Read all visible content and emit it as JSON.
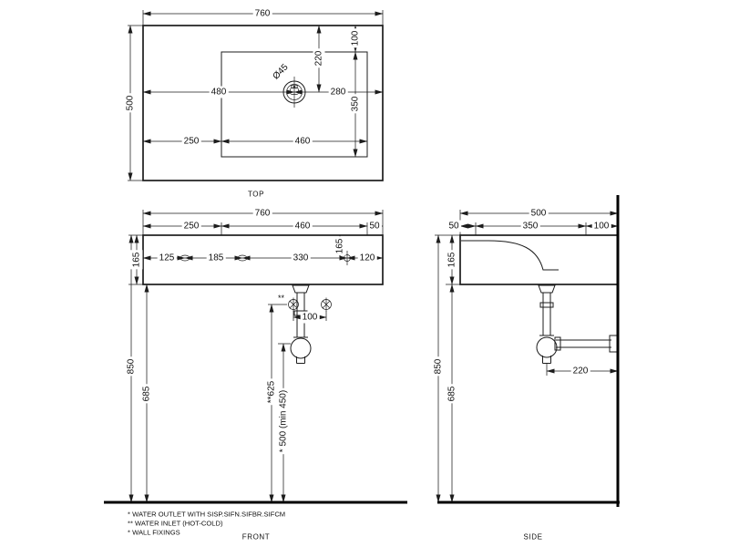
{
  "sheet": {
    "views": {
      "top": {
        "label": "TOP",
        "overall_width": "760",
        "overall_depth": "500",
        "top_edge_to_bowl": "100",
        "top_edge_to_drain": "220",
        "drain_diameter": "Ø45",
        "drain_from_left": "480",
        "drain_from_right": "280",
        "bowl_depth": "350",
        "bowl_from_left": "250",
        "bowl_width": "460"
      },
      "front": {
        "label": "FRONT",
        "overall_width": "760",
        "bowl_from_left": "250",
        "bowl_width": "460",
        "bowl_from_right": "50",
        "height": "165",
        "fixing_from_left": "125",
        "fixing_spacing_1": "185",
        "fixing_spacing_2": "330",
        "fixing_from_right": "120",
        "fixing_height": "165",
        "inlet_spacing": "100",
        "inlet_mark": "**",
        "rim_height": "850",
        "underside_height": "685",
        "inlet_height": "**625",
        "outlet_height": "* 500 (min 450)"
      },
      "side": {
        "label": "SIDE",
        "overall_depth": "500",
        "front_edge_to_bowl": "50",
        "bowl_depth": "350",
        "bowl_to_wall": "100",
        "height": "165",
        "rim_height": "850",
        "underside_height": "685",
        "trap_to_wall": "220"
      }
    },
    "notes": [
      "*  WATER OUTLET WITH SISP.SIFN.SIFBR.SIFCM",
      "** WATER INLET  (HOT-COLD)",
      "*  WALL FIXINGS"
    ]
  }
}
